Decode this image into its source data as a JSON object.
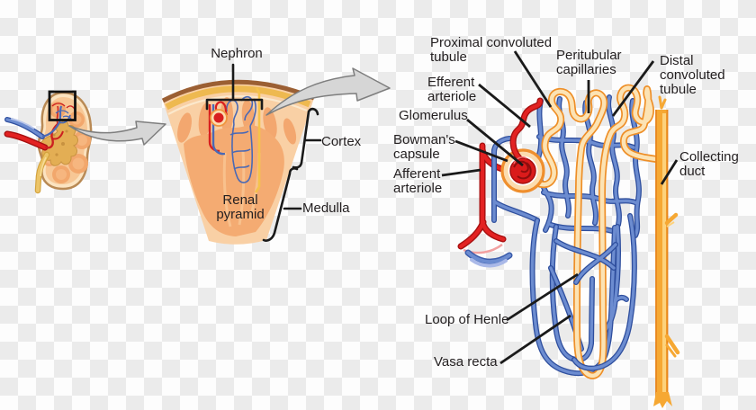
{
  "labels": {
    "nephron": "Nephron",
    "cortex": "Cortex",
    "medulla": "Medulla",
    "renal_pyramid": "Renal\npyramid",
    "proximal_convoluted_tubule": "Proximal convoluted\ntubule",
    "peritubular_capillaries": "Peritubular\ncapillaries",
    "distal_convoluted_tubule": "Distal\nconvoluted\ntubule",
    "efferent_arteriole": "Efferent\narteriole",
    "glomerulus": "Glomerulus",
    "bowmans_capsule": "Bowman's\ncapsule",
    "afferent_arteriole": "Afferent\narteriole",
    "collecting_duct": "Collecting\nduct",
    "loop_of_henle": "Loop of Henle",
    "vasa_recta": "Vasa recta"
  },
  "colors": {
    "background_checker_light": "#fdfdfd",
    "background_checker_dark": "#ebebeb",
    "text": "#231f20",
    "pointer_line": "#1a1a1a",
    "artery_red": "#e32222",
    "vein_blue": "#6c8cd0",
    "glomerulus_red": "#da1b1b",
    "tubule_orange": "#ee8f28",
    "tubule_fill": "#fce3b4",
    "collecting_duct_yellow": "#f6a833",
    "cortex_peach": "#f9d0a5",
    "pyramid_orange": "#f4ab72",
    "capsule_brown": "#9b5f33",
    "capsule_gold": "#eeb950",
    "arrow_gray": "#d6d6d6"
  }
}
